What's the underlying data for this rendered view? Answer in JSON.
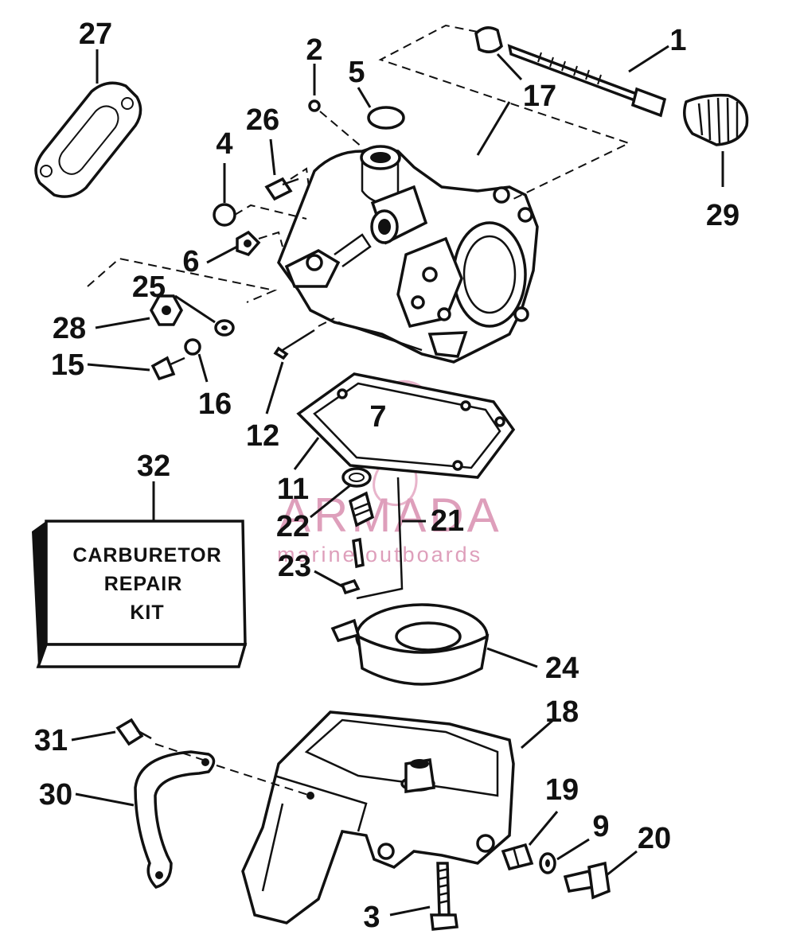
{
  "callouts": [
    "1",
    "2",
    "3",
    "4",
    "5",
    "6",
    "7",
    "9",
    "11",
    "12",
    "15",
    "16",
    "17",
    "18",
    "19",
    "20",
    "21",
    "22",
    "23",
    "24",
    "25",
    "26",
    "27",
    "28",
    "29",
    "30",
    "31",
    "32"
  ],
  "repair_kit": {
    "line1": "CARBURETOR",
    "line2": "REPAIR",
    "line3": "KIT"
  },
  "watermark": {
    "brand": "ARMADA",
    "tagline": "marine outboards",
    "color": "#d98fb0"
  }
}
